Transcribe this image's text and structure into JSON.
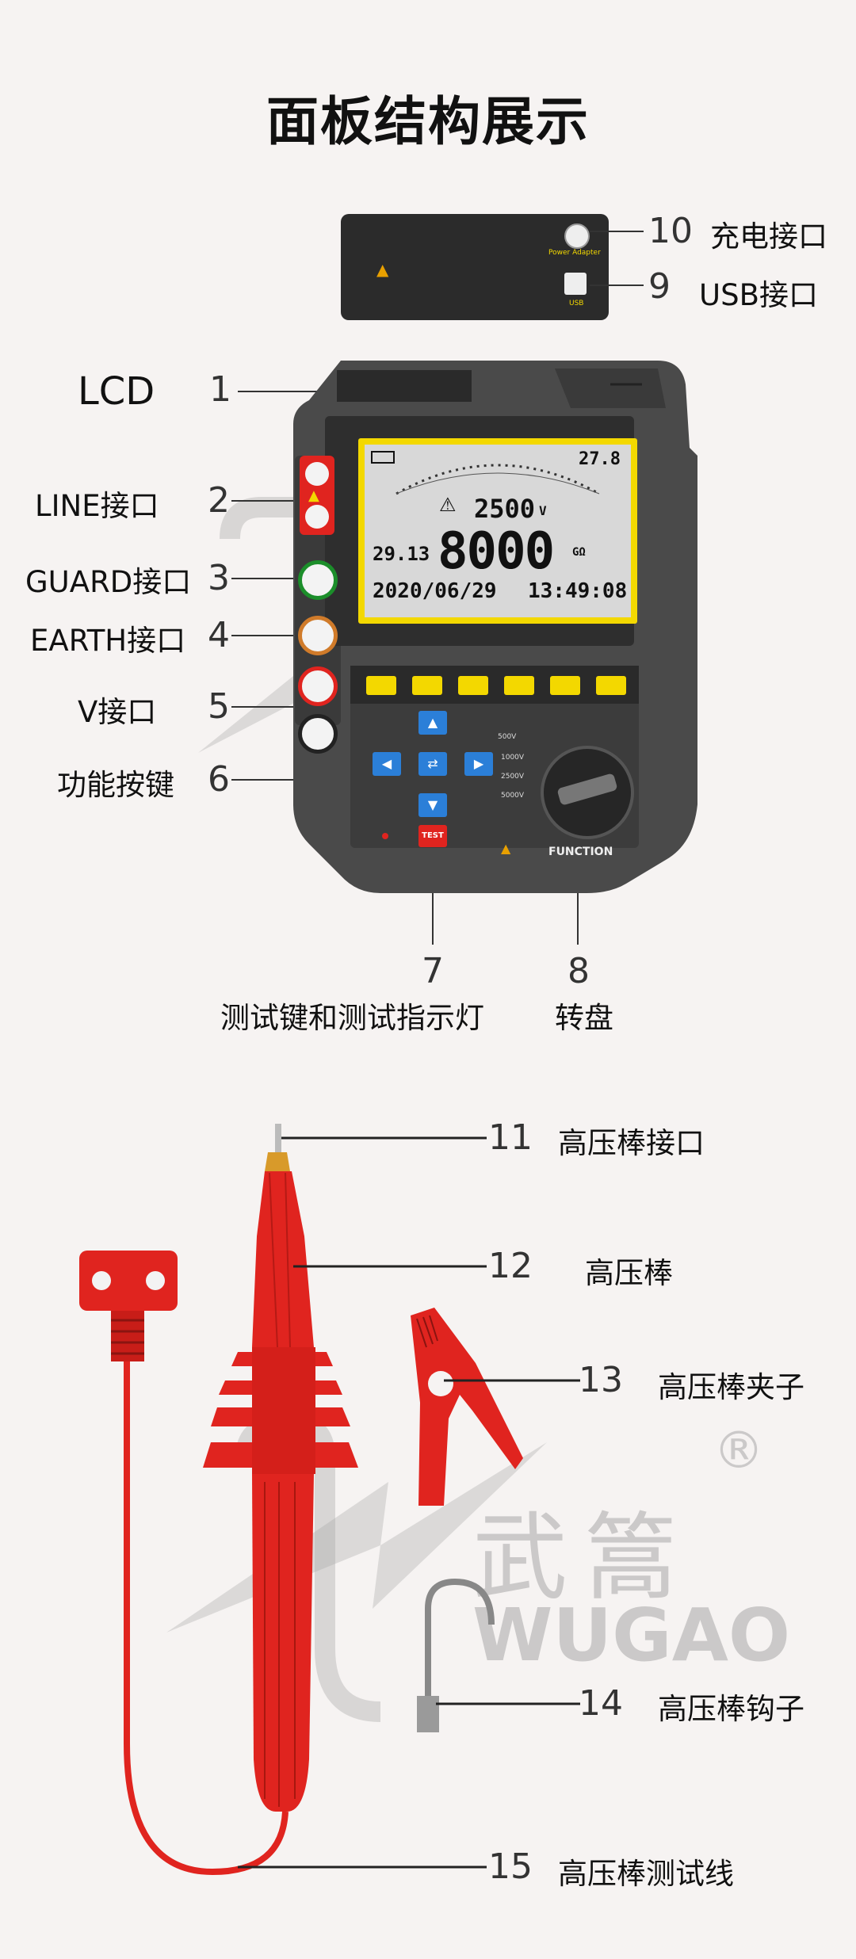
{
  "page": {
    "title": "面板结构展示"
  },
  "top_callouts": [
    {
      "num": "1",
      "label": "LCD"
    },
    {
      "num": "2",
      "label": "LINE接口"
    },
    {
      "num": "3",
      "label": "GUARD接口"
    },
    {
      "num": "4",
      "label": "EARTH接口"
    },
    {
      "num": "5",
      "label": "V接口"
    },
    {
      "num": "6",
      "label": "功能按键"
    },
    {
      "num": "7",
      "label": "测试键和测试指示灯"
    },
    {
      "num": "8",
      "label": "转盘"
    },
    {
      "num": "9",
      "label": "USB接口"
    },
    {
      "num": "10",
      "label": "充电接口"
    }
  ],
  "bottom_callouts": [
    {
      "num": "11",
      "label": "高压棒接口"
    },
    {
      "num": "12",
      "label": "高压棒"
    },
    {
      "num": "13",
      "label": "高压棒夹子"
    },
    {
      "num": "14",
      "label": "高压棒钩子"
    },
    {
      "num": "15",
      "label": "高压棒测试线"
    }
  ],
  "device": {
    "lcd_small_left": "29.13",
    "lcd_voltage": "2500",
    "lcd_voltage_unit": "V",
    "lcd_main": "8000",
    "lcd_main_unit": "GΩ",
    "lcd_date": "2020/06/29",
    "lcd_time": "13:49:08",
    "lcd_top_right": "27.8",
    "dial_label": "FUNCTION",
    "test_button": "TEST",
    "dial_ranges": [
      "500V",
      "1000V",
      "2500V",
      "5000V"
    ],
    "adapter_text": "Power Adapter",
    "usb_text": "USB"
  },
  "watermark": {
    "cn": "武篙",
    "en": "WUGAO",
    "reg": "®"
  },
  "colors": {
    "background": "#f6f3f2",
    "body": "#444444",
    "lcd_frame": "#f3d800",
    "red": "#e0241f"
  }
}
